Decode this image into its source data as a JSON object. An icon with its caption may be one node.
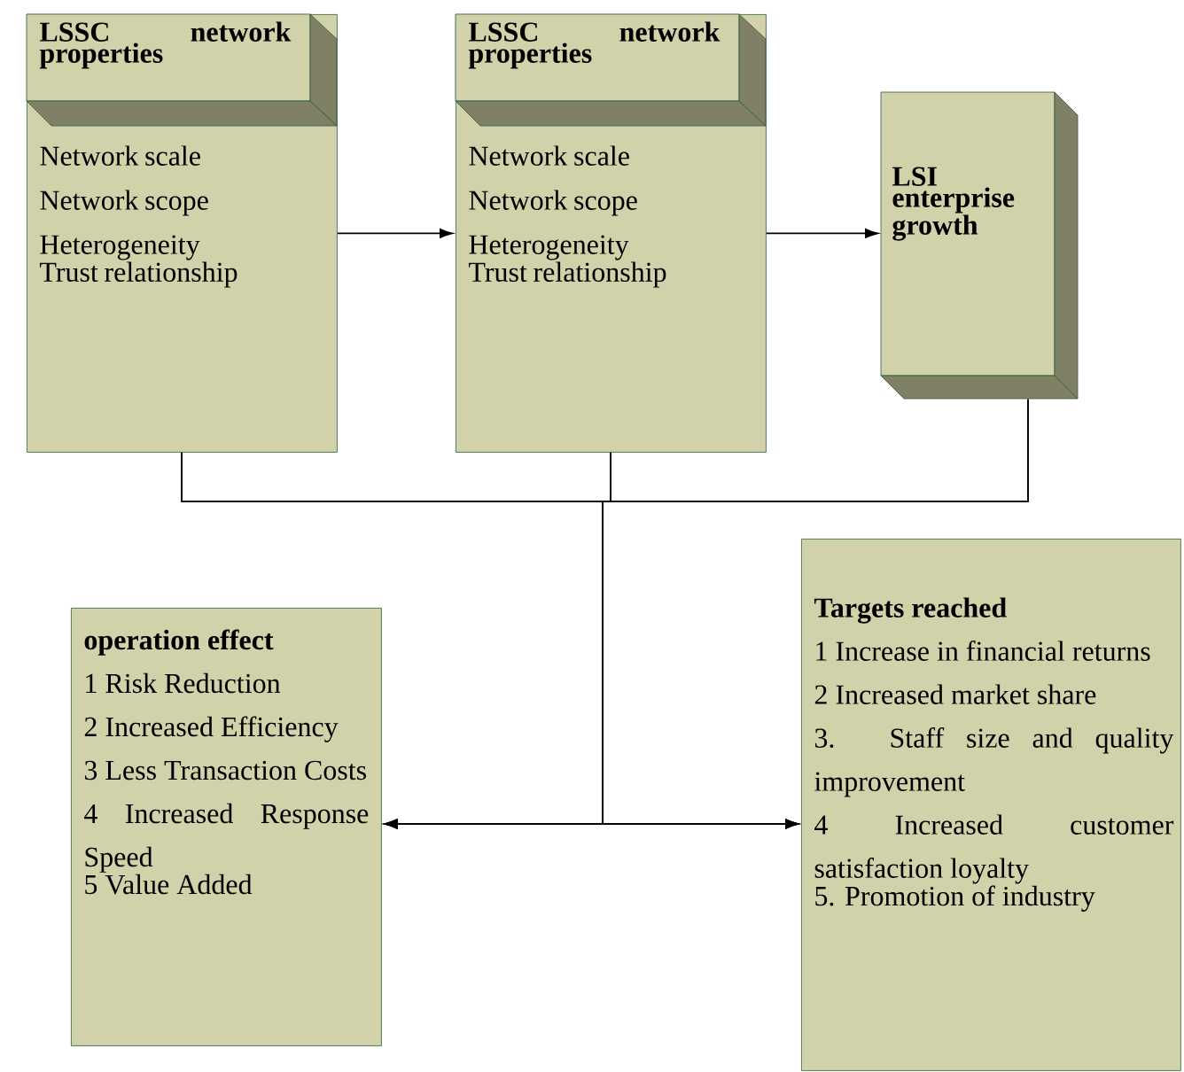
{
  "diagram": {
    "nodes": [
      {
        "text": [
          "LSSC network properties",
          "Network scale",
          "Network scope",
          "Heterogeneity",
          "Trust relationship"
        ]
      },
      {
        "text": [
          "LSSC network properties",
          "Network scale",
          "Network scope",
          "Heterogeneity",
          "Trust relationship"
        ]
      },
      {
        "text": [
          "LSI enterprise growth"
        ]
      },
      {
        "text": [
          "operation effect",
          "1 Risk Reduction",
          "2 Increased Efficiency",
          "3 Less Transaction Costs",
          "4 Increased Response Speed",
          "5 Value Added"
        ]
      },
      {
        "text": [
          "Targets reached",
          "1 Increase in financial returns",
          "2 Increased market share",
          "3. Staff size and quality improvement",
          "4 Increased customer satisfaction loyalty",
          "5. Promotion of industry"
        ]
      }
    ],
    "edges": [
      {
        "from": 0,
        "to": 1,
        "arrow": "to"
      },
      {
        "from": 1,
        "to": 2,
        "arrow": "to"
      },
      {
        "from": 0,
        "to": 3,
        "arrow": "to"
      },
      {
        "from": 1,
        "to": 3,
        "arrow": "to"
      },
      {
        "from": 2,
        "to": 3,
        "arrow": "to"
      },
      {
        "from": 0,
        "to": 4,
        "arrow": "to"
      },
      {
        "from": 1,
        "to": 4,
        "arrow": "to"
      },
      {
        "from": 2,
        "to": 4,
        "arrow": "to"
      }
    ]
  }
}
